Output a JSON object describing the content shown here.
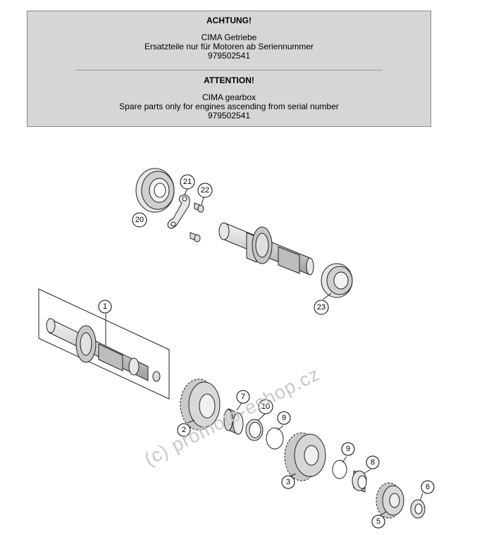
{
  "notice": {
    "de": {
      "heading": "ACHTUNG!",
      "line1": "CIMA Getriebe",
      "line2": "Ersatzteile nur für Motoren ab Seriennummer",
      "serial": "979502541"
    },
    "en": {
      "heading": "ATTENTION!",
      "line1": "CIMA gearbox",
      "line2": "Spare parts only for engines ascending from serial number",
      "serial": "979502541"
    }
  },
  "callouts": {
    "c1": "1",
    "c2": "2",
    "c3": "3",
    "c5": "5",
    "c6": "6",
    "c7": "7",
    "c8": "8",
    "c9a": "9",
    "c9b": "9",
    "c10": "10",
    "c20": "20",
    "c21": "21",
    "c22": "22",
    "c23": "23"
  },
  "watermark": "(c) promoto-eshop.cz"
}
